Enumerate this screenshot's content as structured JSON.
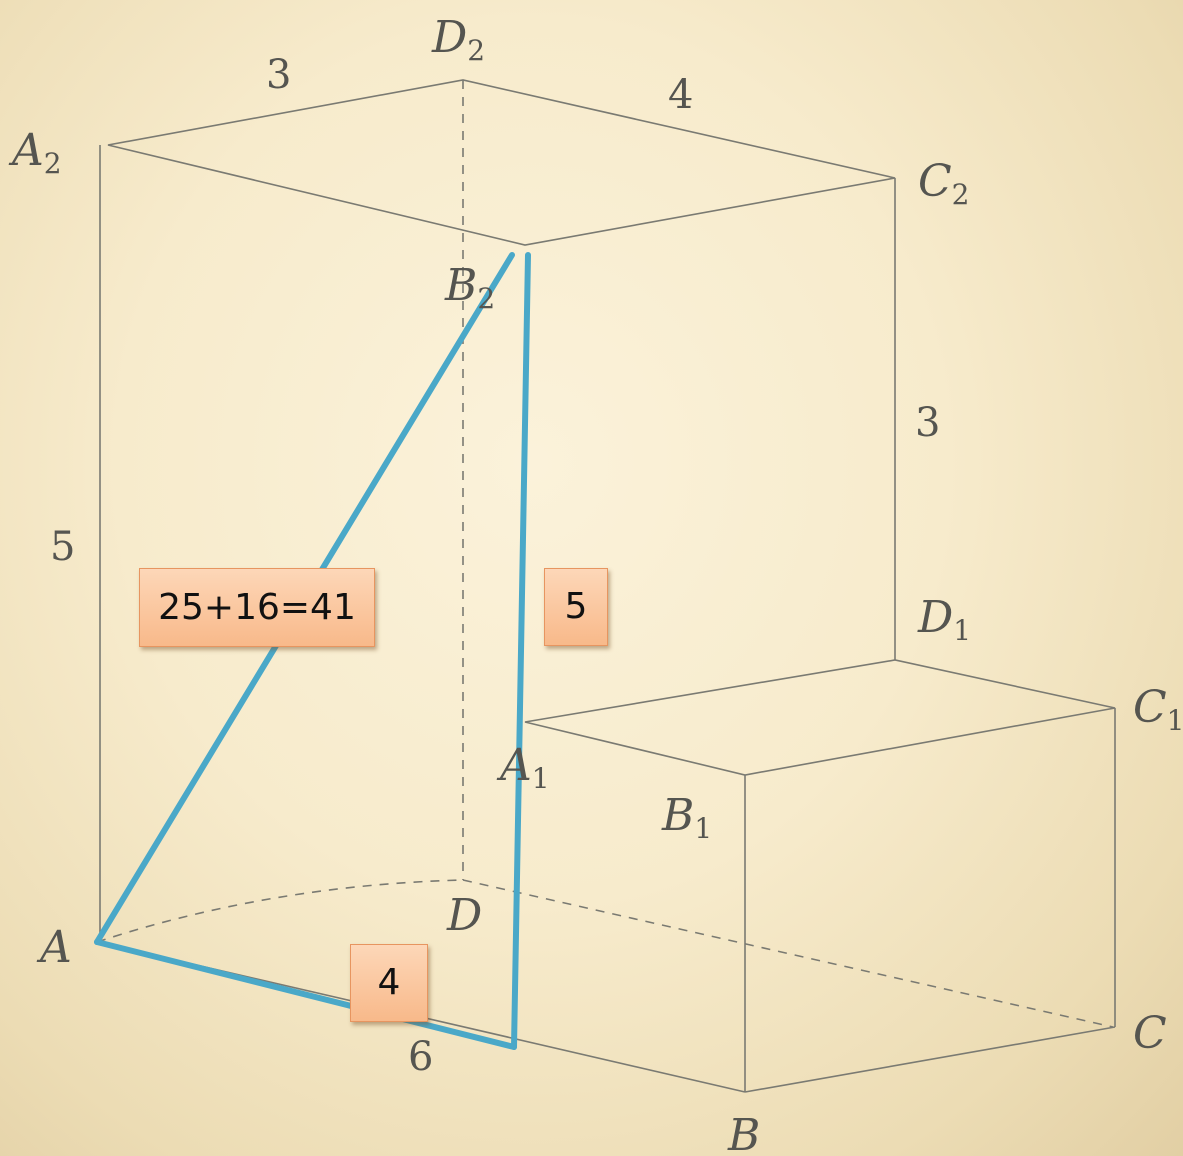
{
  "vertices": {
    "A2": {
      "base": "A",
      "sub": "2"
    },
    "D2": {
      "base": "D",
      "sub": "2"
    },
    "C2": {
      "base": "C",
      "sub": "2"
    },
    "B2": {
      "base": "B",
      "sub": "2"
    },
    "D1": {
      "base": "D",
      "sub": "1"
    },
    "C1": {
      "base": "C",
      "sub": "1"
    },
    "A1": {
      "base": "A",
      "sub": "1"
    },
    "B1": {
      "base": "B",
      "sub": "1"
    },
    "D": {
      "base": "D",
      "sub": ""
    },
    "A": {
      "base": "A",
      "sub": ""
    },
    "C": {
      "base": "C",
      "sub": ""
    },
    "B": {
      "base": "B",
      "sub": ""
    }
  },
  "edge_lengths": {
    "a2_d2": "3",
    "d2_c2": "4",
    "c2_d1": "3",
    "a_a2": "5",
    "a_b": "6"
  },
  "annotations": {
    "hypotenuse": "25+16=41",
    "vertical_leg": "5",
    "base_leg": "4"
  },
  "colors": {
    "highlight": "#4aa8c8",
    "edge": "#7a7a72",
    "note_fill": "#f8b98a"
  }
}
